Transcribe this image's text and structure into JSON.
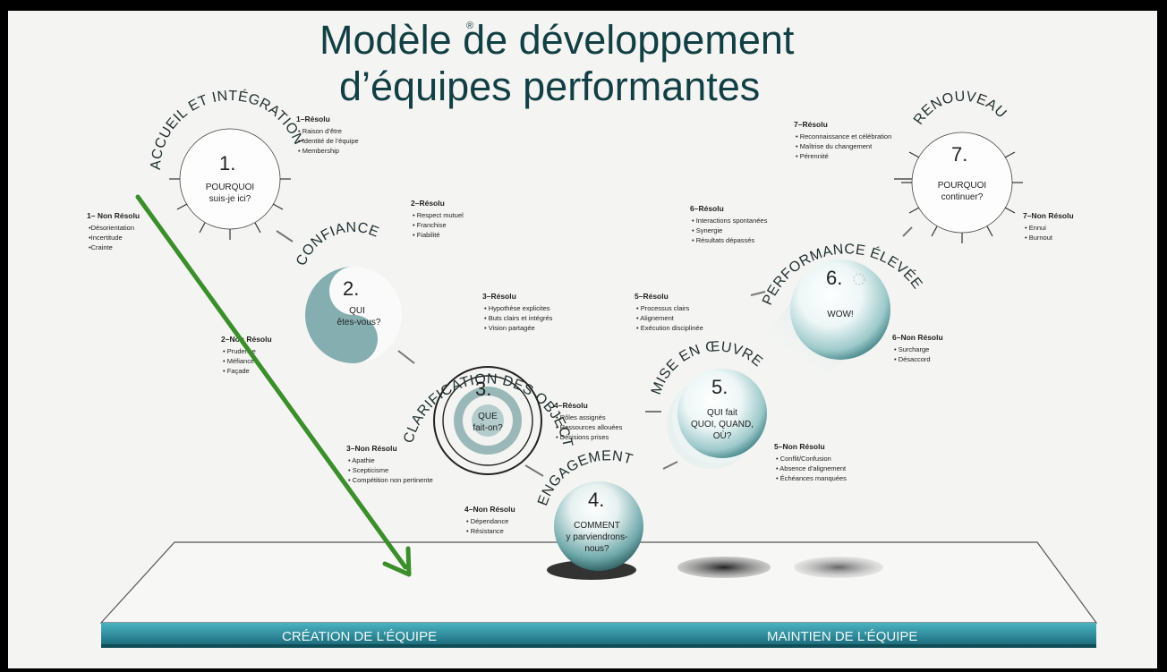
{
  "title": {
    "line1": "Modèle de développement",
    "line2": "d’équipes performantes",
    "mark": "®"
  },
  "stages": [
    {
      "number": "1.",
      "name": "ACCUEIL ET INTÉGRATION",
      "question": [
        "POURQUOI",
        "suis-je ici?"
      ]
    },
    {
      "number": "2.",
      "name": "CONFIANCE",
      "question": [
        "QUI",
        "êtes-vous?"
      ]
    },
    {
      "number": "3.",
      "name": "CLARIFICATION DES OBJECTIFS",
      "question": [
        "QUE",
        "fait-on?"
      ]
    },
    {
      "number": "4.",
      "name": "ENGAGEMENT",
      "question": [
        "COMMENT",
        "y parviendrons-",
        "nous?"
      ]
    },
    {
      "number": "5.",
      "name": "MISE EN ŒUVRE",
      "question": [
        "QUI fait",
        "QUOI, QUAND,",
        "OÙ?"
      ]
    },
    {
      "number": "6.",
      "name": "PERFORMANCE ÉLEVÉE",
      "question": [
        "WOW!"
      ]
    },
    {
      "number": "7.",
      "name": "RENOUVEAU",
      "question": [
        "POURQUOI",
        "continuer?"
      ]
    }
  ],
  "notes": [
    {
      "id": "r1",
      "heading": "1–Résolu",
      "items": [
        "• Raison d’être",
        "• Identité de l’équipe",
        "• Membership"
      ]
    },
    {
      "id": "n1",
      "heading": "1– Non Résolu",
      "items": [
        "•Désorientation",
        "•Incertitude",
        "•Crainte"
      ]
    },
    {
      "id": "r2",
      "heading": "2–Résolu",
      "items": [
        "• Respect mutuel",
        "• Franchise",
        "• Fiabilité"
      ]
    },
    {
      "id": "n2",
      "heading": "2–Non Résolu",
      "items": [
        "• Prudence",
        "• Méfiance",
        "• Façade"
      ]
    },
    {
      "id": "r3",
      "heading": "3–Résolu",
      "items": [
        "• Hypothèse explicites",
        "• Buts clairs et intégrés",
        "• Vision partagée"
      ]
    },
    {
      "id": "n3",
      "heading": "3–Non Résolu",
      "items": [
        "• Apathie",
        "• Scepticisme",
        "• Compétition non pertinente"
      ]
    },
    {
      "id": "r4",
      "heading": "4–Résolu",
      "items": [
        "• Rôles assignés",
        "• Ressources allouées",
        "• Décisions prises"
      ]
    },
    {
      "id": "n4",
      "heading": "4–Non Résolu",
      "items": [
        "• Dépendance",
        "• Résistance"
      ]
    },
    {
      "id": "r5",
      "heading": "5–Résolu",
      "items": [
        "• Processus clairs",
        "• Alignement",
        "• Exécution disciplinée"
      ]
    },
    {
      "id": "n5",
      "heading": "5–Non Résolu",
      "items": [
        "• Conflit/Confusion",
        "• Absence d’alignement",
        "• Échéances manquées"
      ]
    },
    {
      "id": "r6",
      "heading": "6–Résolu",
      "items": [
        "• Interactions spontanées",
        "• Synergie",
        "• Résultats dépassés"
      ]
    },
    {
      "id": "n6",
      "heading": "6–Non Résolu",
      "items": [
        "• Surcharge",
        "• Désaccord"
      ]
    },
    {
      "id": "r7",
      "heading": "7–Résolu",
      "items": [
        "• Reconnaissance et célébration",
        "• Maîtrise du changement",
        "• Pérennité"
      ]
    },
    {
      "id": "n7",
      "heading": "7–Non Résolu",
      "items": [
        "• Ennui",
        "• Burnout"
      ]
    }
  ],
  "base": {
    "left_label": "CRÉATION DE L’ÉQUIPE",
    "right_label": "MAINTIEN DE L’ÉQUIPE"
  },
  "colors": {
    "title": "#123f44",
    "teal": "#3a8f94",
    "annotation_arrow": "#3a8f2a",
    "frame": "#000000"
  }
}
